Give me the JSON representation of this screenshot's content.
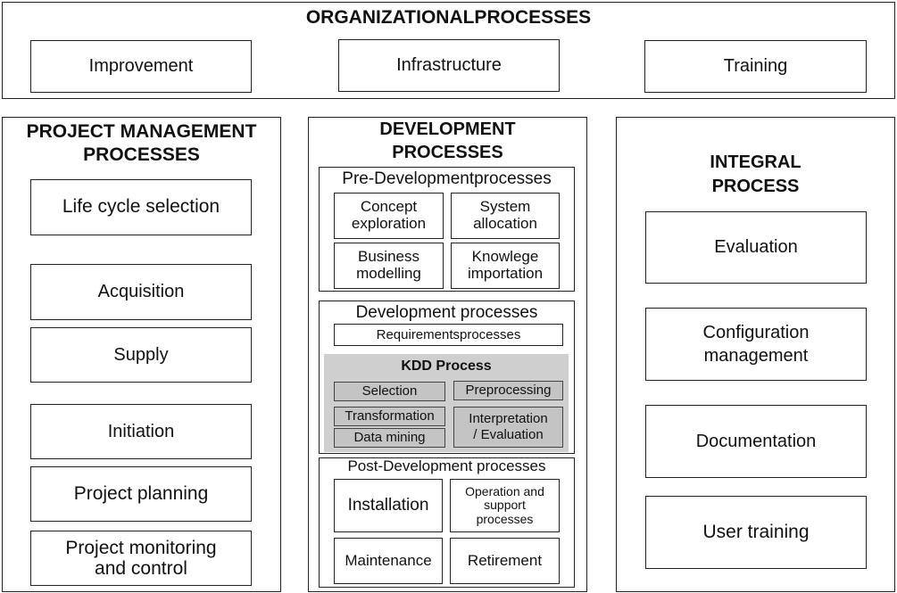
{
  "organizational": {
    "title": "ORGANIZATIONALPROCESSES",
    "items": [
      "Improvement",
      "Infrastructure",
      "Training"
    ]
  },
  "project_management": {
    "title_line1": "PROJECT MANAGEMENT",
    "title_line2": "PROCESSES",
    "items": [
      "Life cycle selection",
      "Acquisition",
      "Supply",
      "Initiation",
      "Project planning",
      "Project monitoring\nand control"
    ]
  },
  "development": {
    "title_line1": "DEVELOPMENT",
    "title_line2": "PROCESSES",
    "pre": {
      "title": "Pre-Developmentprocesses",
      "items": [
        "Concept\nexploration",
        "System\nallocation",
        "Business\nmodelling",
        "Knowlege\nimportation"
      ]
    },
    "dev": {
      "title": "Development processes",
      "requirements": "Requirementsprocesses",
      "kdd": {
        "title": "KDD Process",
        "selection": "Selection",
        "preprocessing": "Preprocessing",
        "transformation": "Transformation",
        "interpretation": "Interpretation\n/ Evaluation",
        "data_mining": "Data mining"
      }
    },
    "post": {
      "title": "Post-Development processes",
      "items": [
        "Installation",
        "Operation and\nsupport\nprocesses",
        "Maintenance",
        "Retirement"
      ]
    }
  },
  "integral": {
    "title_line1": "INTEGRAL",
    "title_line2": "PROCESS",
    "items": [
      "Evaluation",
      "Configuration\nmanagement",
      "Documentation",
      "User training"
    ]
  }
}
